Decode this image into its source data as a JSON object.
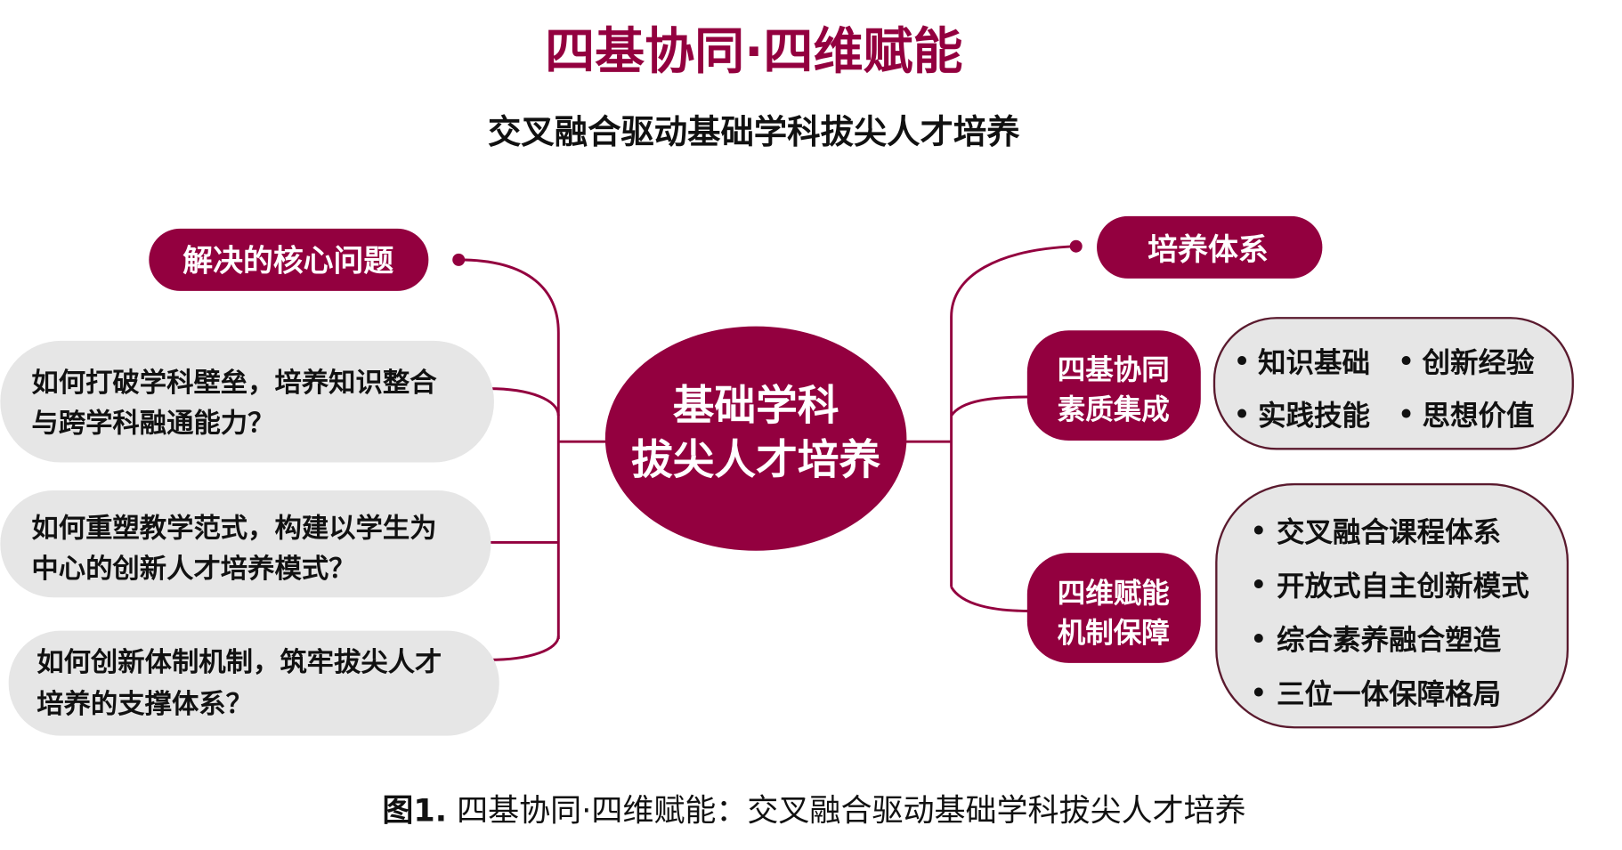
{
  "title": "四基协同·四维赋能",
  "subtitle": "交叉融合驱动基础学科拔尖人才培养",
  "colors": {
    "accent": "#93003f",
    "pill_fill": "#e6e6e6",
    "pill_stroke": "#5a1a2e",
    "text": "#111111"
  },
  "center": {
    "line1": "基础学科",
    "line2": "拔尖人才培养"
  },
  "left": {
    "heading": "解决的核心问题",
    "questions": [
      {
        "line1": "如何打破学科壁垒，培养知识整合",
        "line2": "与跨学科融通能力？"
      },
      {
        "line1": "如何重塑教学范式，构建以学生为",
        "line2": "中心的创新人才培养模式？"
      },
      {
        "line1": "如何创新体制机制，筑牢拔尖人才",
        "line2": "培养的支撑体系？"
      }
    ]
  },
  "right": {
    "heading": "培养体系",
    "branches": [
      {
        "line1": "四基协同",
        "line2": "素质集成",
        "items": [
          "知识基础",
          "创新经验",
          "实践技能",
          "思想价值"
        ]
      },
      {
        "line1": "四维赋能",
        "line2": "机制保障",
        "items": [
          "交叉融合课程体系",
          "开放式自主创新模式",
          "综合素养融合塑造",
          "三位一体保障格局"
        ]
      }
    ]
  },
  "caption": {
    "label": "图1.",
    "text": " 四基协同·四维赋能：交叉融合驱动基础学科拔尖人才培养"
  }
}
